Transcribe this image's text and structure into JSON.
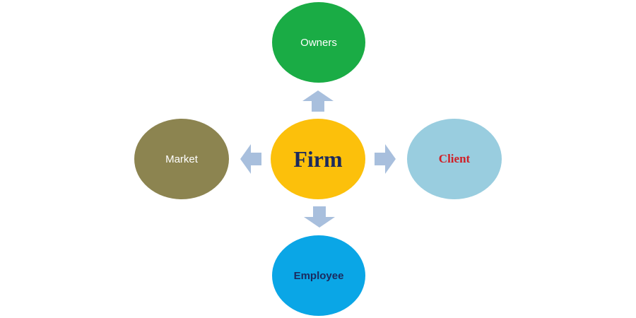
{
  "diagram": {
    "nodes": {
      "owners": {
        "label": "Owners",
        "color": "#1aac45",
        "text_color": "#ffffff"
      },
      "market": {
        "label": "Market",
        "color": "#8c8450",
        "text_color": "#ffffff"
      },
      "firm": {
        "label": "Firm",
        "color": "#fcc00b",
        "text_color": "#1b2a5e"
      },
      "client": {
        "label": "Client",
        "color": "#99cddf",
        "text_color": "#d01f26"
      },
      "employee": {
        "label": "Employee",
        "color": "#0aa6e6",
        "text_color": "#1b2a5e"
      }
    },
    "arrow_color": "#a8bfdd",
    "edges": [
      {
        "from": "firm",
        "to": "owners"
      },
      {
        "from": "firm",
        "to": "market"
      },
      {
        "from": "firm",
        "to": "client"
      },
      {
        "from": "firm",
        "to": "employee"
      }
    ]
  }
}
